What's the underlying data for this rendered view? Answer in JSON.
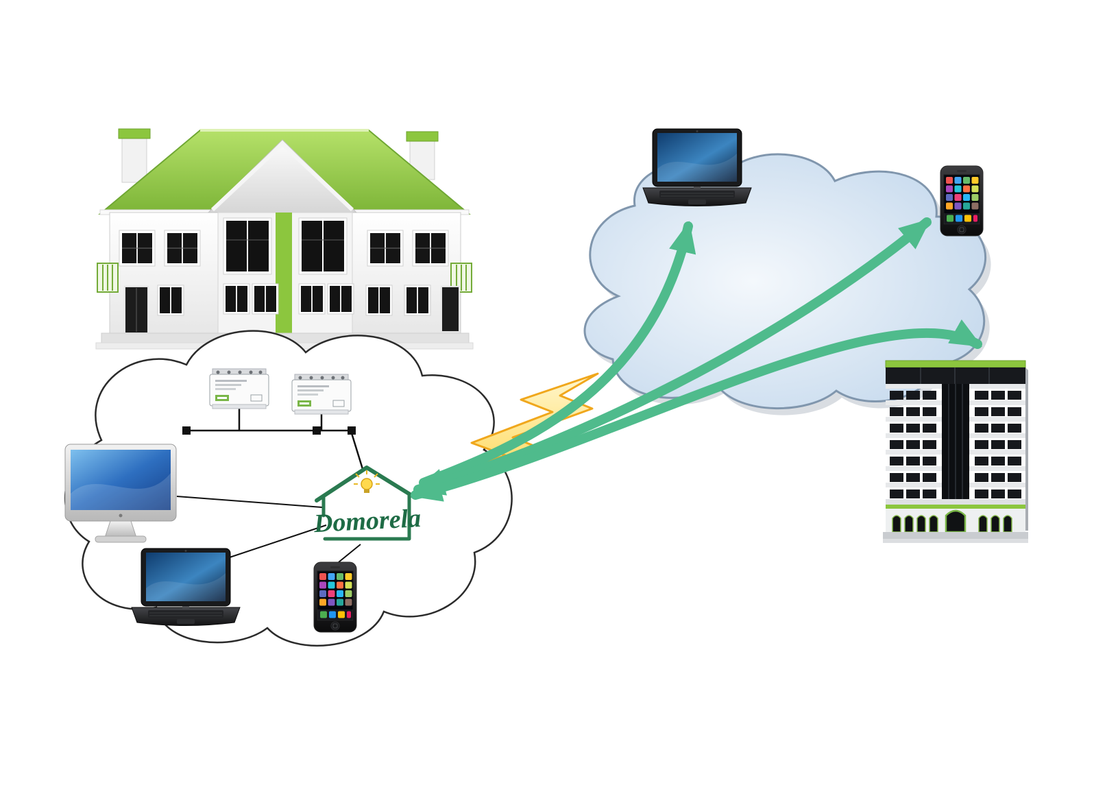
{
  "page": {
    "background": "#ffffff"
  },
  "logo": {
    "text": "Domorela",
    "color": "#1e6b45"
  },
  "colors": {
    "arrow": "#4fbb8c",
    "house_green": "#8cc63e",
    "building_green": "#8cc63e",
    "local_cloud_fill": "#ffffff",
    "local_cloud_outline": "#2b2b2b",
    "internet_cloud_outline": "#8096ad",
    "lightning_outline": "#f0a71c"
  },
  "icons": {
    "house": "smart-home-house",
    "local_cloud": "home-network-cloud",
    "internet_cloud": "internet-cloud",
    "monitor": "desktop-monitor",
    "laptop_local": "laptop",
    "laptop_remote": "laptop",
    "phone_local": "smartphone",
    "phone_remote": "smartphone",
    "din_module_1": "din-rail-module",
    "din_module_2": "din-rail-module",
    "building": "office-building",
    "lightning": "lightning-bolt",
    "arrows": "remote-access-arrows"
  }
}
